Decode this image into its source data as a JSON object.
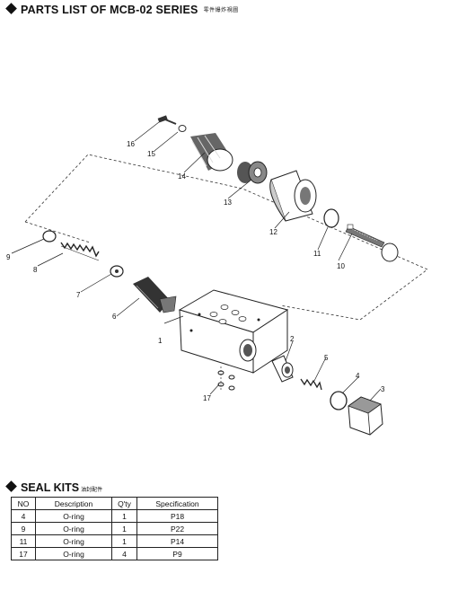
{
  "header": {
    "title": "PARTS LIST OF MCB-02 SERIES",
    "subtitle_cn": "零件爆炸視圖"
  },
  "callouts": [
    "1",
    "2",
    "3",
    "4",
    "5",
    "6",
    "7",
    "8",
    "9",
    "10",
    "11",
    "12",
    "13",
    "14",
    "15",
    "16",
    "17"
  ],
  "seal_kits": {
    "title": "SEAL  KITS",
    "title_cn": "油封配件",
    "columns": [
      "NO",
      "Description",
      "Q'ty",
      "Specification"
    ],
    "rows": [
      [
        "4",
        "O-ring",
        "1",
        "P18"
      ],
      [
        "9",
        "O-ring",
        "1",
        "P22"
      ],
      [
        "11",
        "O-ring",
        "1",
        "P14"
      ],
      [
        "17",
        "O-ring",
        "4",
        "P9"
      ]
    ]
  }
}
